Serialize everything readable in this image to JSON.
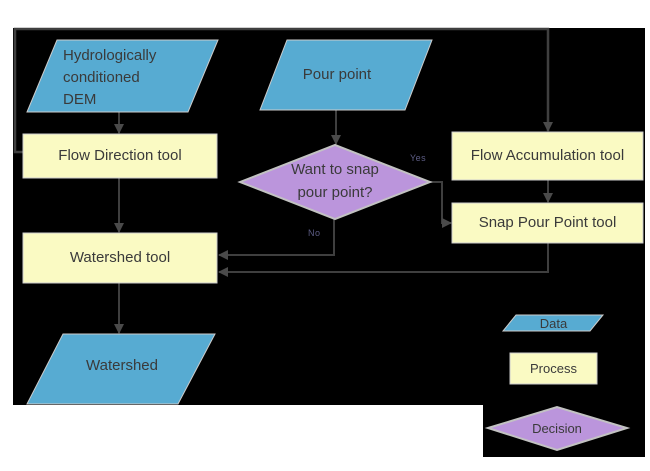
{
  "diagram": {
    "nodes": {
      "dem": {
        "label": "Hydrologically conditioned DEM",
        "type": "data"
      },
      "pour_point": {
        "label": "Pour point",
        "type": "data"
      },
      "flow_direction": {
        "label": "Flow Direction tool",
        "type": "process"
      },
      "flow_accumulation": {
        "label": "Flow Accumulation tool",
        "type": "process"
      },
      "snap_decision": {
        "label": "Want to snap pour point?",
        "type": "decision"
      },
      "snap_pour_point": {
        "label": "Snap Pour Point tool",
        "type": "process"
      },
      "watershed_tool": {
        "label": "Watershed tool",
        "type": "process"
      },
      "watershed": {
        "label": "Watershed",
        "type": "data"
      }
    },
    "edge_labels": {
      "yes": "Yes",
      "no": "No"
    },
    "legend": {
      "data": "Data",
      "process": "Process",
      "decision": "Decision"
    },
    "colors": {
      "background": "#000000",
      "data_fill": "#57abd2",
      "process_fill": "#fafac3",
      "decision_fill": "#bb95dc",
      "connector": "#3f3f3f",
      "text": "#3a3a3a"
    }
  }
}
